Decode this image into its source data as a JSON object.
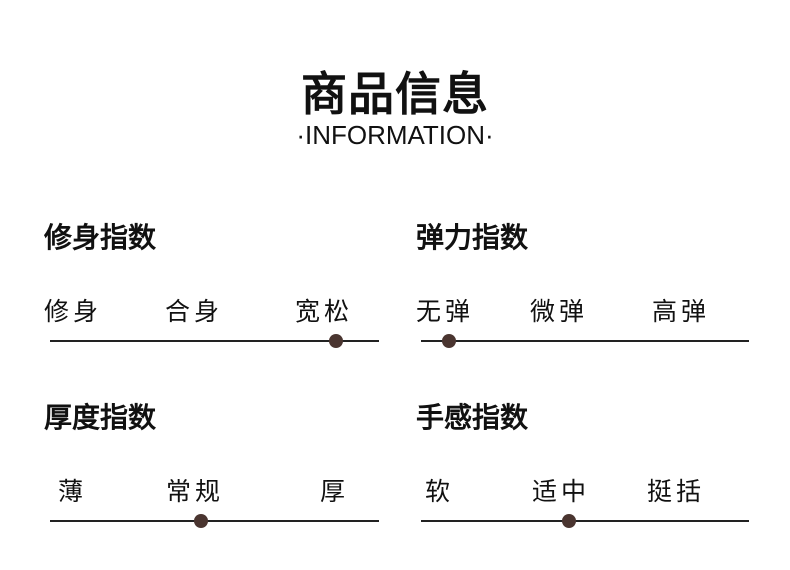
{
  "title": "商品信息",
  "subtitle": "·INFORMATION·",
  "accent_color": "#4a3530",
  "indices": [
    {
      "heading": "修身指数",
      "labels": [
        "修身",
        "合身",
        "宽松"
      ],
      "level": 0.87
    },
    {
      "heading": "弹力指数",
      "labels": [
        "无弹",
        "微弹",
        "高弹"
      ],
      "level": 0.085
    },
    {
      "heading": "厚度指数",
      "labels": [
        "薄",
        "常规",
        "厚"
      ],
      "level": 0.46
    },
    {
      "heading": "手感指数",
      "labels": [
        "软",
        "适中",
        "挺括"
      ],
      "level": 0.45
    }
  ]
}
